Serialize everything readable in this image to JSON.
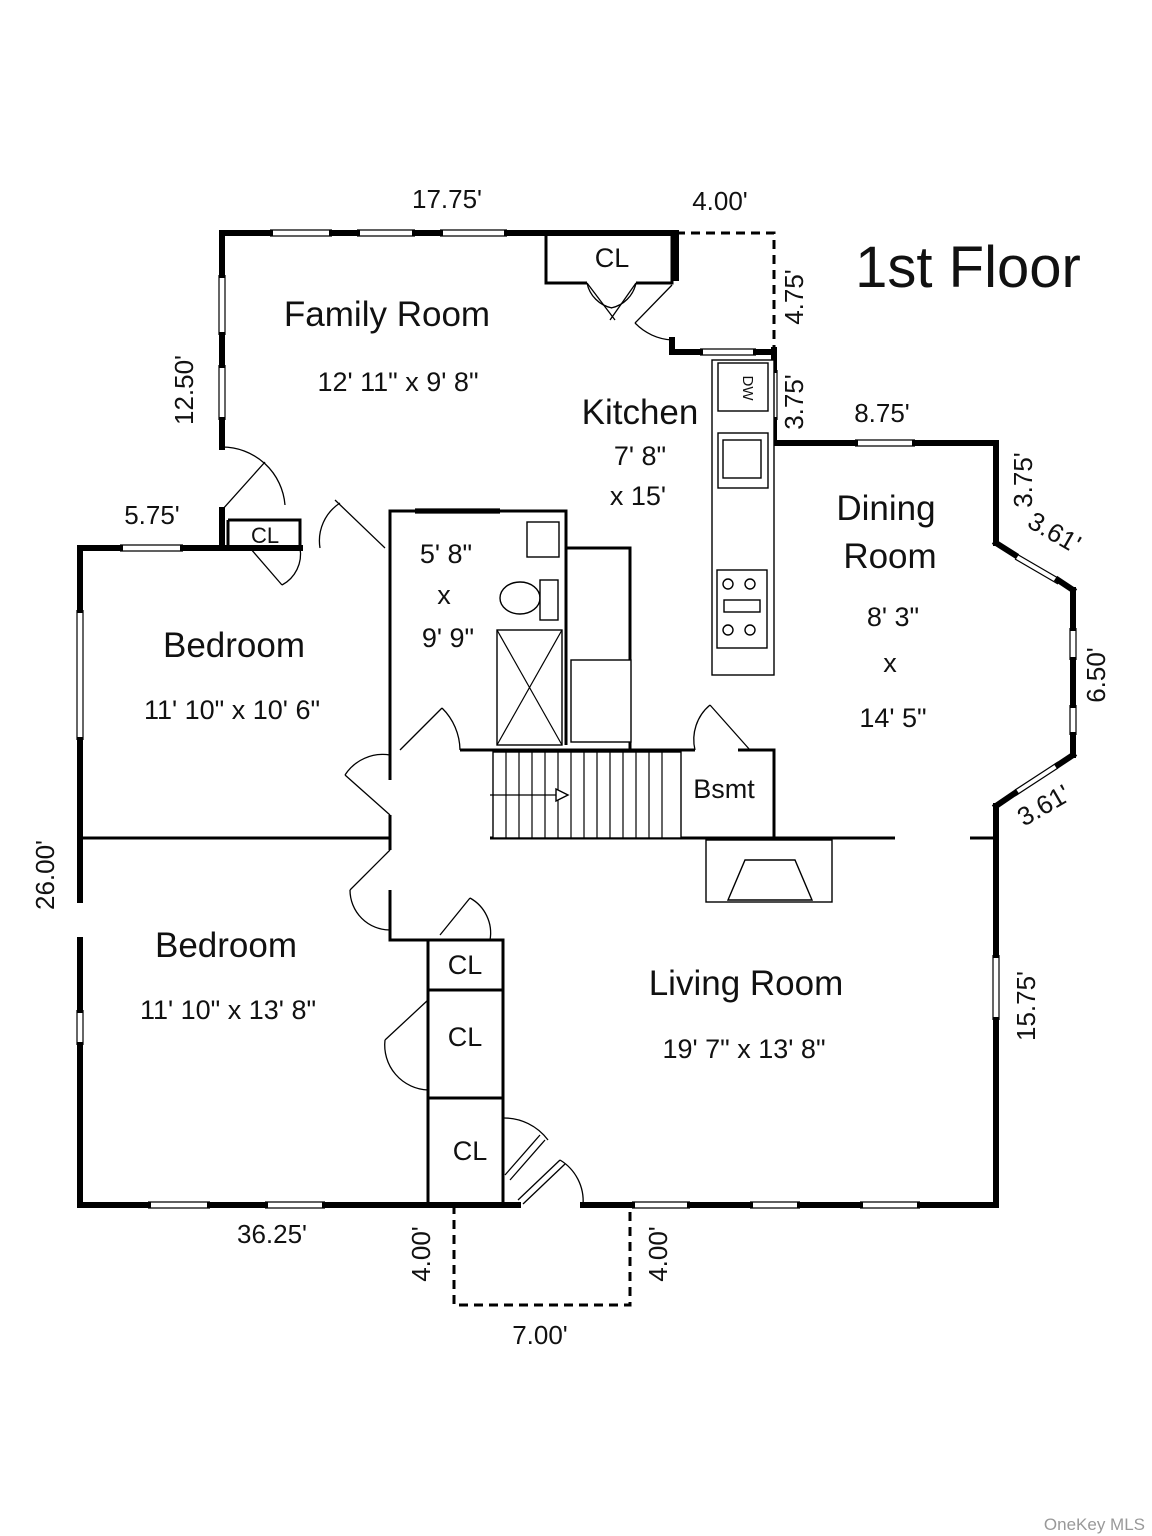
{
  "floor_title": "1st Floor",
  "rooms": {
    "family": {
      "name": "Family Room",
      "dims": "12' 11\" x 9' 8\""
    },
    "kitchen": {
      "name": "Kitchen",
      "dims_line1": "7' 8\"",
      "dims_line2": "x 15'"
    },
    "dining": {
      "name_line1": "Dining",
      "name_line2": "Room",
      "dims_line1": "8' 3\"",
      "dims_line2": "x",
      "dims_line3": "14' 5\""
    },
    "bath": {
      "dims_line1": "5' 8\"",
      "dims_line2": "x",
      "dims_line3": "9' 9\""
    },
    "bedroom_upper": {
      "name": "Bedroom",
      "dims": "11' 10\" x 10' 6\""
    },
    "bedroom_lower": {
      "name": "Bedroom",
      "dims": "11' 10\" x 13' 8\""
    },
    "living": {
      "name": "Living Room",
      "dims": "19' 7\" x 13' 8\""
    },
    "bsmt": {
      "name": "Bsmt"
    }
  },
  "closets": {
    "family": "CL",
    "bedroom_small": "CL",
    "hall_1": "CL",
    "hall_2": "CL",
    "hall_3": "CL"
  },
  "appliances": {
    "dishwasher": "DW"
  },
  "dimensions": {
    "top_family": "17.75'",
    "top_bump": "4.00'",
    "right_bump": "4.75'",
    "family_left": "12.50'",
    "kitchen_right": "3.75'",
    "dining_top": "8.75'",
    "bay_upper": "3.75'",
    "bay_diag_upper": "3.61'",
    "bay_front": "6.50'",
    "bay_diag_lower": "3.61'",
    "small_left": "5.75'",
    "left_overall": "26.00'",
    "living_right": "15.75'",
    "bottom_left": "36.25'",
    "porch_left": "4.00'",
    "porch_right": "4.00'",
    "porch_bottom": "7.00'"
  },
  "watermark": "OneKey MLS"
}
